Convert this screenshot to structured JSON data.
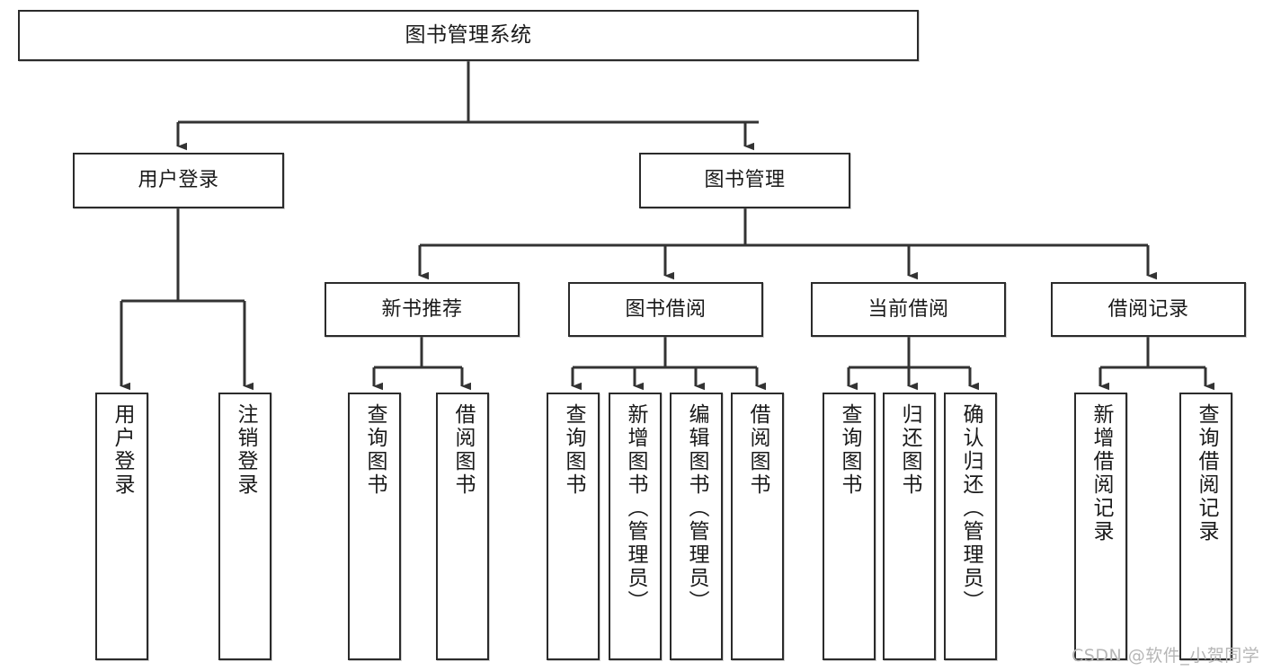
{
  "diagram": {
    "type": "tree-hierarchy-chart",
    "title": "图书管理系统",
    "watermark": "CSDN @软件_小贺同学",
    "colors": {
      "box_border": "#2b2b2b",
      "box_fill": "#ffffff",
      "connector": "#333333",
      "text": "#1a1a1a",
      "watermark": "#b6b6b6",
      "background": "#ffffff"
    },
    "root": {
      "label": "图书管理系统"
    },
    "level2": [
      {
        "label": "用户登录"
      },
      {
        "label": "图书管理"
      }
    ],
    "level3": [
      {
        "label": "新书推荐"
      },
      {
        "label": "图书借阅"
      },
      {
        "label": "当前借阅"
      },
      {
        "label": "借阅记录"
      }
    ],
    "leaves": {
      "user_login": [
        {
          "label": "用户登录"
        },
        {
          "label": "注销登录"
        }
      ],
      "new_book": [
        {
          "label": "查询图书"
        },
        {
          "label": "借阅图书"
        }
      ],
      "book_borrow": [
        {
          "label": "查询图书"
        },
        {
          "label": "新增图书（管理员）"
        },
        {
          "label": "编辑图书（管理员）"
        },
        {
          "label": "借阅图书"
        }
      ],
      "current_borrow": [
        {
          "label": "查询图书"
        },
        {
          "label": "归还图书"
        },
        {
          "label": "确认归还（管理员）"
        }
      ],
      "borrow_record": [
        {
          "label": "新增借阅记录"
        },
        {
          "label": "查询借阅记录"
        }
      ]
    }
  }
}
